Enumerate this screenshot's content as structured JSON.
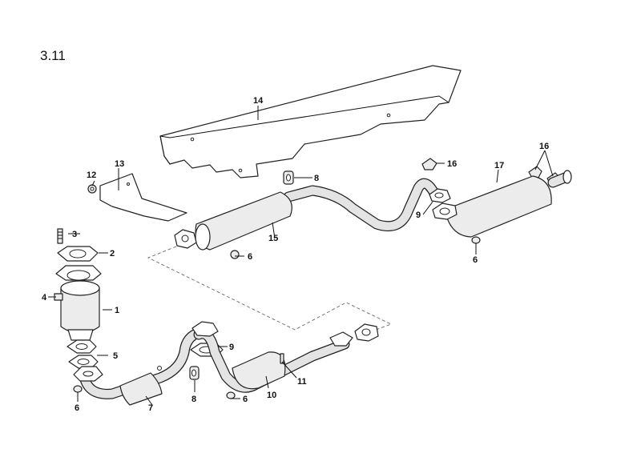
{
  "page": {
    "section_number": "3.11"
  },
  "callouts": {
    "c1": "1",
    "c2": "2",
    "c3": "3",
    "c4": "4",
    "c5": "5",
    "c6a": "6",
    "c6b": "6",
    "c6c": "6",
    "c6d": "6",
    "c7": "7",
    "c8a": "8",
    "c8b": "8",
    "c9a": "9",
    "c9b": "9",
    "c10": "10",
    "c11": "11",
    "c12": "12",
    "c13": "13",
    "c14": "14",
    "c15": "15",
    "c16a": "16",
    "c16b": "16",
    "c17": "17"
  }
}
